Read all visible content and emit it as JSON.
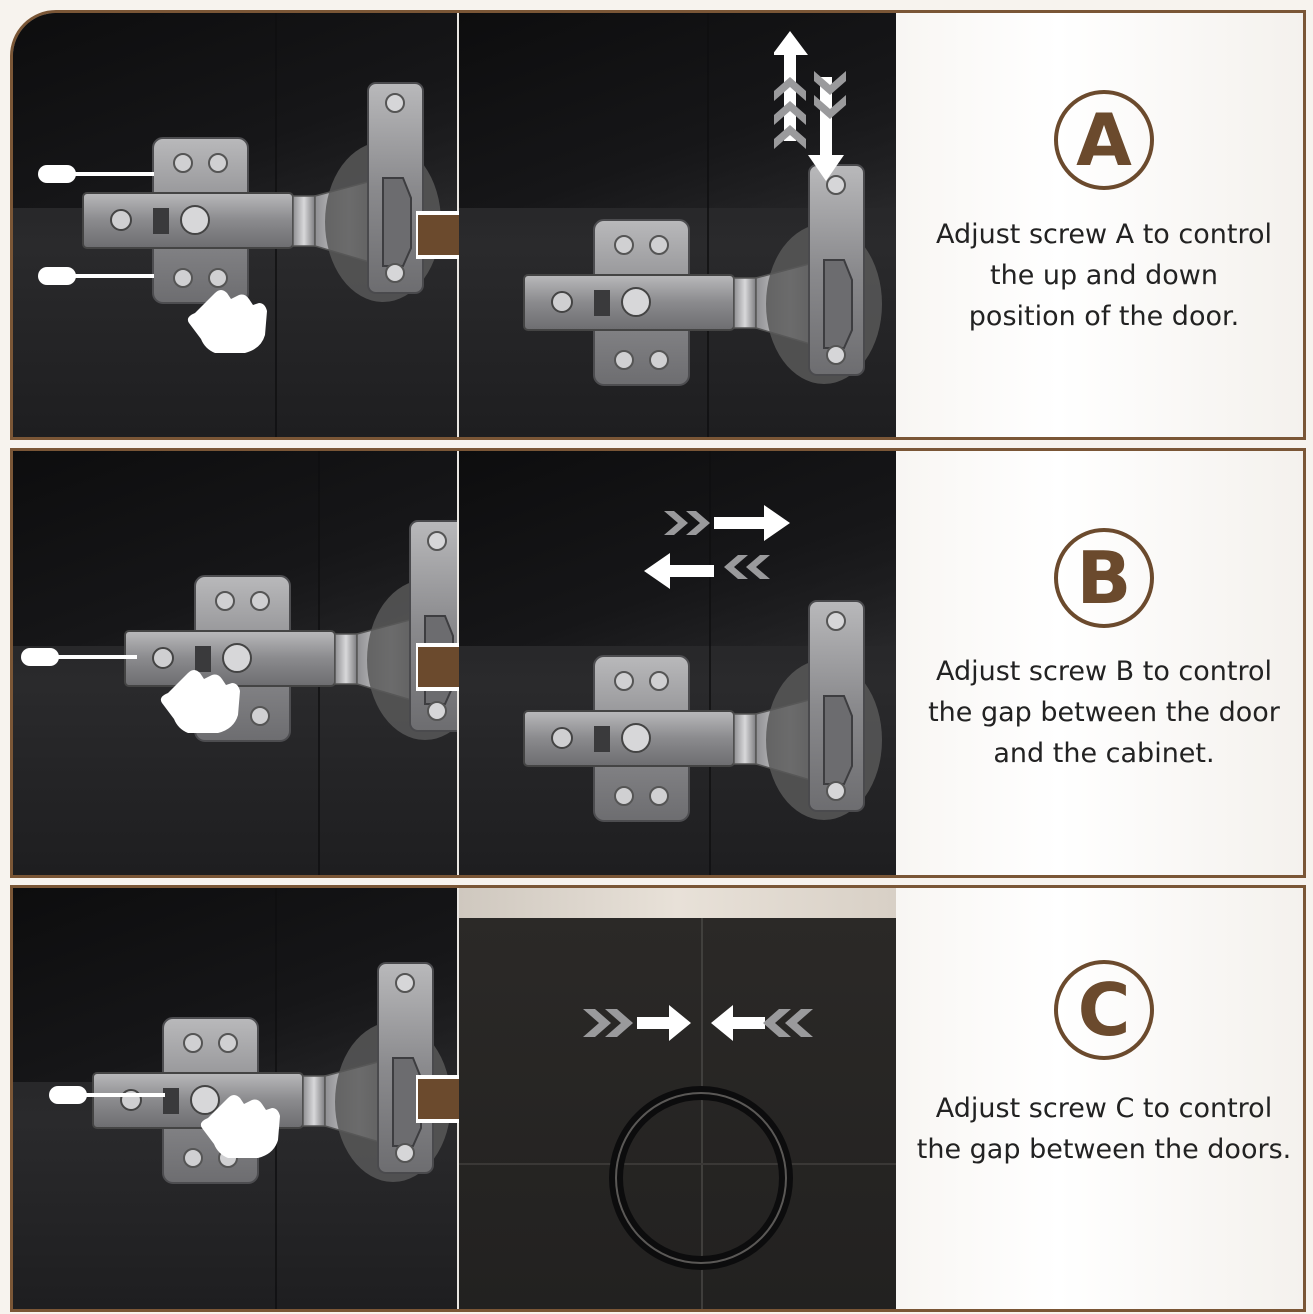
{
  "colors": {
    "accent": "#6b4a2d",
    "frame": "#7a5636",
    "photo_dark": "#1e1e20",
    "text": "#222222"
  },
  "steps": [
    {
      "letter": "A",
      "lines": [
        "Adjust screw A to control",
        "the up and down",
        "position of the door."
      ]
    },
    {
      "letter": "B",
      "lines": [
        "Adjust screw B to control",
        "the gap between the door",
        "and the cabinet."
      ]
    },
    {
      "letter": "C",
      "lines": [
        "Adjust screw C to control",
        "the gap between the doors."
      ]
    }
  ],
  "icons": {
    "next_arrow": "arrow-right-icon",
    "screwdriver": "screwdriver-icon",
    "hand": "hand-pointer-icon",
    "direction": "chevron-arrows-icon"
  }
}
